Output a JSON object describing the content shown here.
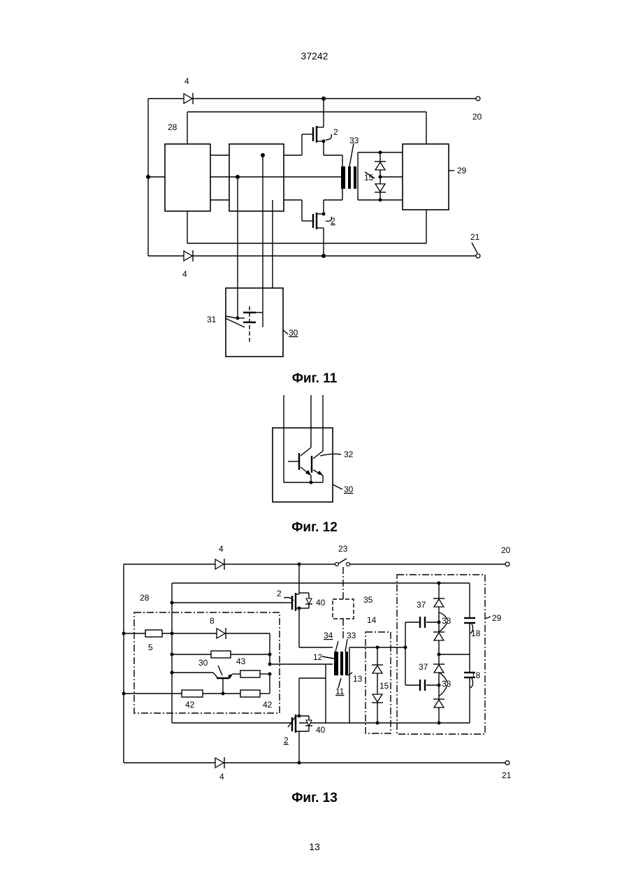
{
  "header": {
    "doc_number": "37242"
  },
  "footer": {
    "page_number": "13"
  },
  "fig11": {
    "caption": "Фиг. 11",
    "labels": {
      "l4a": "4",
      "l4b": "4",
      "l20": "20",
      "l21": "21",
      "l28": "28",
      "l29": "29",
      "l2a": "2",
      "l2b": "2",
      "l33": "33",
      "l15": "15",
      "l31": "31",
      "l30": "30"
    }
  },
  "fig12": {
    "caption": "Фиг. 12",
    "labels": {
      "l32": "32",
      "l30": "30"
    }
  },
  "fig13": {
    "caption": "Фиг. 13",
    "labels": {
      "l4a": "4",
      "l4b": "4",
      "l23": "23",
      "l20": "20",
      "l21": "21",
      "l28": "28",
      "l29": "29",
      "l2a": "2",
      "l2b": "2",
      "l40a": "40",
      "l40b": "40",
      "l35": "35",
      "l8": "8",
      "l5": "5",
      "l30": "30",
      "l43": "43",
      "l42a": "42",
      "l42b": "42",
      "l34": "34",
      "l33": "33",
      "l12": "12",
      "l11": "11",
      "l13": "13",
      "l14": "14",
      "l15": "15",
      "l37a": "37",
      "l37b": "37",
      "l38a": "38",
      "l38b": "38",
      "l18a": "18",
      "l18b": "18"
    }
  }
}
